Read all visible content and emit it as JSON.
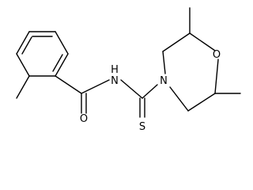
{
  "molecule": {
    "atoms": {
      "amide_nitrogen": "H\nN",
      "amide_oxygen": "O",
      "ring_oxygen": "O",
      "ring_nitrogen": "N",
      "thione_sulfur": "S"
    }
  }
}
